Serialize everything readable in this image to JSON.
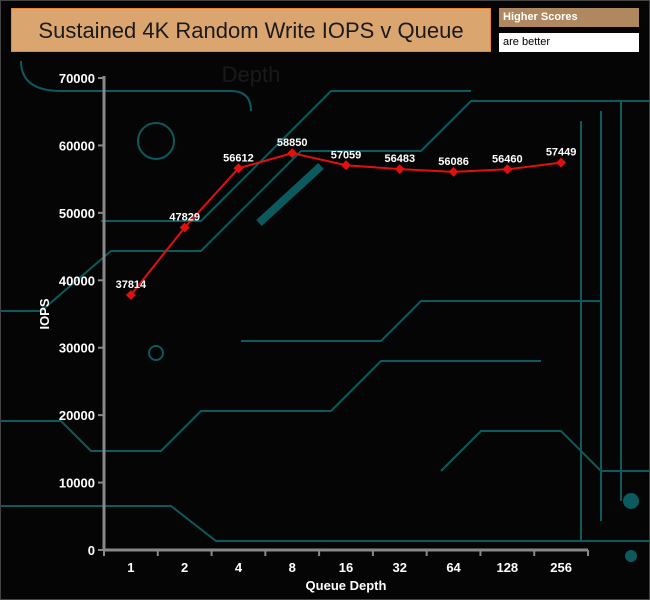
{
  "badge": {
    "line1": "Higher Scores",
    "line2": "are better"
  },
  "colors": {
    "line": "#e01010",
    "title_bg": "#dba570",
    "circuit": "#0b5a5e"
  },
  "chart_data": {
    "type": "line",
    "title": "Sustained 4K Random Write IOPS v Queue Depth",
    "xlabel": "Queue Depth",
    "ylabel": "IOPS",
    "categories": [
      "1",
      "2",
      "4",
      "8",
      "16",
      "32",
      "64",
      "128",
      "256"
    ],
    "series": [
      {
        "name": "IOPS",
        "values": [
          37814,
          47829,
          56612,
          58850,
          57059,
          56483,
          56086,
          56460,
          57449
        ]
      }
    ],
    "ylim": [
      0,
      70000
    ],
    "yticks": [
      0,
      10000,
      20000,
      30000,
      40000,
      50000,
      60000,
      70000
    ],
    "grid": false
  }
}
